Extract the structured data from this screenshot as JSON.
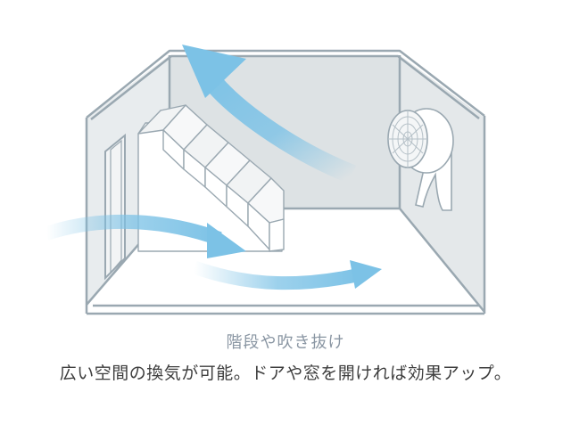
{
  "caption": {
    "title": "階段や吹き抜け",
    "body": "広い空間の換気が可能。ドアや窓を開ければ効果アップ。"
  },
  "colors": {
    "room_outline": "#9aa8b1",
    "back_wall": "#dde2e4",
    "side_wall": "#e6eaec",
    "floor": "#ffffff",
    "airflow": "#7cc2e6",
    "caption_title": "#8a96a3",
    "caption_body": "#3d3d3d"
  },
  "icons": [
    "room-illustration",
    "staircase",
    "door",
    "circulator-fan",
    "airflow-arrow"
  ]
}
